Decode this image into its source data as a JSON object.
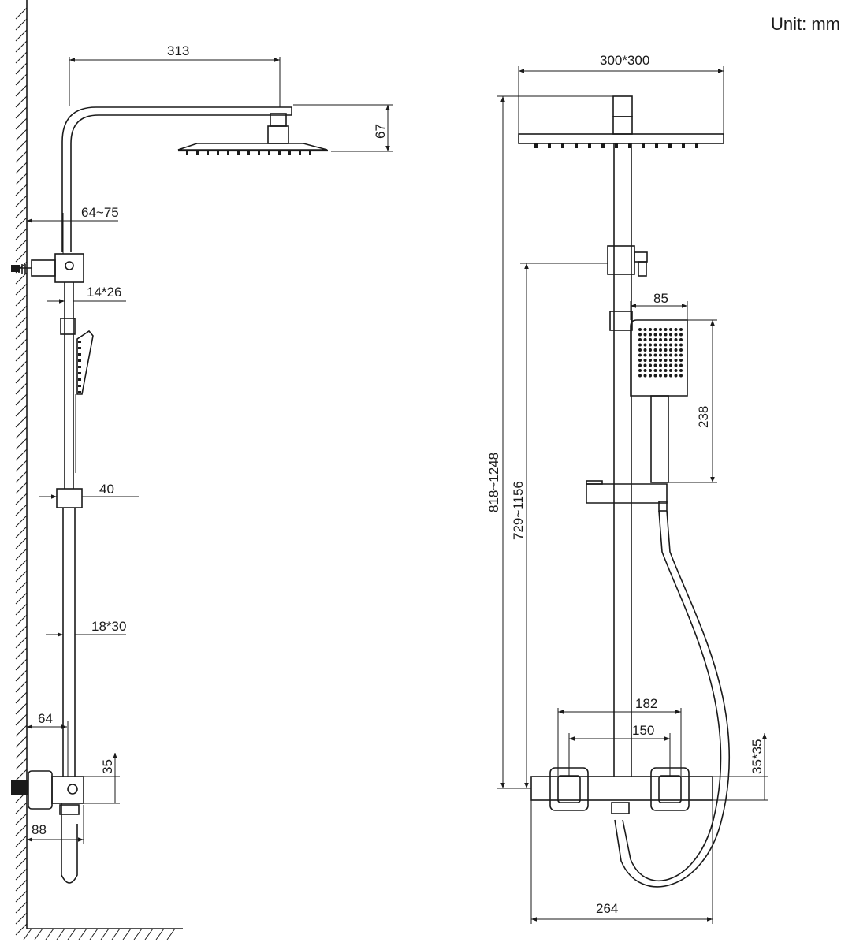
{
  "unit_label": "Unit:  mm",
  "side_view": {
    "arm_length": "313",
    "head_drop": "67",
    "wall_offset_bracket": "64~75",
    "upper_tube": "14*26",
    "slider_width": "40",
    "lower_tube": "18*30",
    "wall_offset_valve": "64",
    "valve_height": "35",
    "valve_depth": "88"
  },
  "front_view": {
    "head_size": "300*300",
    "total_height": "818~1248",
    "riser_height": "729~1156",
    "hand_shower_width": "85",
    "hand_shower_length": "238",
    "outer_spacing": "182",
    "inner_spacing": "150",
    "handle_size": "35*35",
    "valve_width": "264"
  }
}
